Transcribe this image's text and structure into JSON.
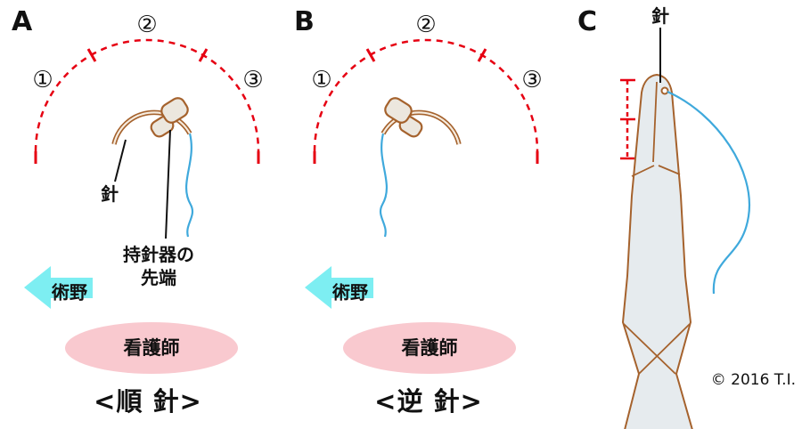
{
  "colors": {
    "arc_red": "#e60012",
    "needle_brown": "#a5622d",
    "holder_tip_fill": "#ece7de",
    "thread_blue": "#3fa9dc",
    "arrow_cyan": "#7deef2",
    "arrow_text_teal": "#008a8f",
    "nurse_pink": "#f9c9cf",
    "nurse_text_magenta": "#e4007f",
    "instrument_fill": "#e6ebee",
    "copyright_gray": "#a9a9a9"
  },
  "panel_a": {
    "letter": "A",
    "positions": [
      "①",
      "②",
      "③"
    ],
    "needle_label": "針",
    "holder_label_line1": "持針器の",
    "holder_label_line2": "先端",
    "field_arrow_label": "術野",
    "nurse_label": "看護師",
    "caption": "<順 針>"
  },
  "panel_b": {
    "letter": "B",
    "positions": [
      "①",
      "②",
      "③"
    ],
    "field_arrow_label": "術野",
    "nurse_label": "看護師",
    "caption": "<逆 針>"
  },
  "panel_c": {
    "letter": "C",
    "needle_label": "針",
    "copyright": "© 2016 T.I."
  }
}
